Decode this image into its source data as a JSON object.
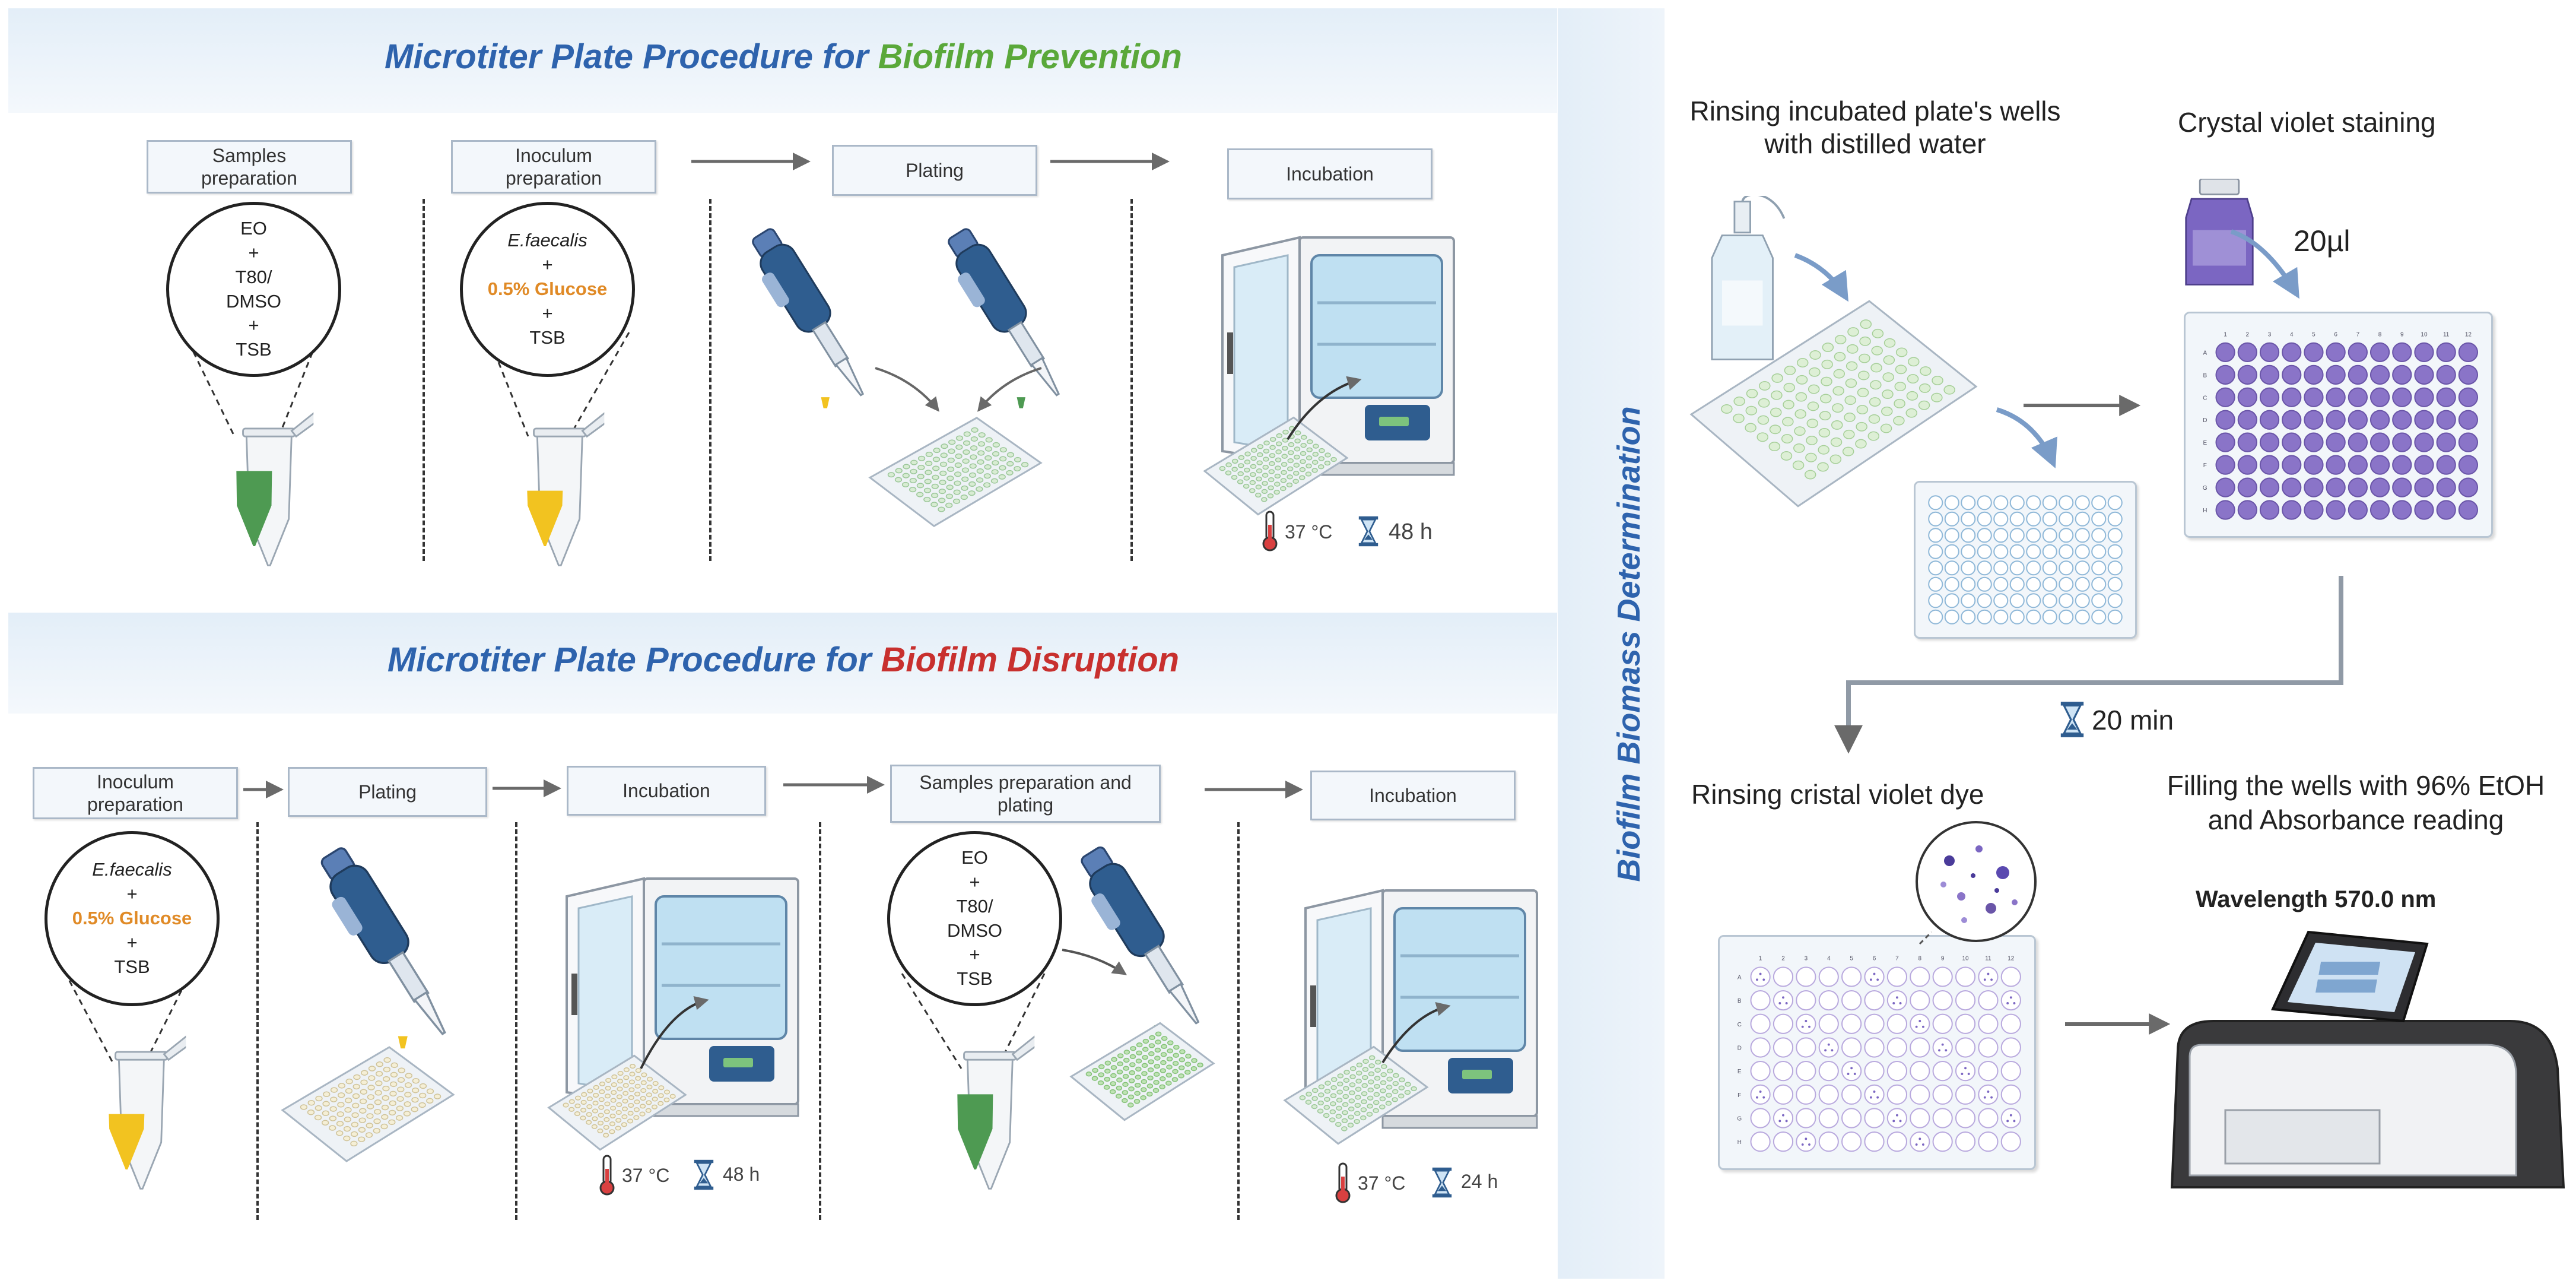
{
  "prevention": {
    "title_prefix": "Microtiter Plate Procedure for ",
    "title_highlight": "Biofilm Prevention",
    "steps": {
      "samples_preparation": "Samples preparation",
      "inoculum_preparation": "Inoculum preparation",
      "plating": "Plating",
      "incubation": "Incubation"
    },
    "samples_circle": [
      "EO",
      "+",
      "T80/",
      "DMSO",
      "+",
      "TSB"
    ],
    "inoculum_circle": {
      "organism": "E.faecalis",
      "plus1": "+",
      "glucose": "0.5% Glucose",
      "plus2": "+",
      "medium": "TSB"
    },
    "temperature": "37 °C",
    "time": "48 h"
  },
  "disruption": {
    "title_prefix": "Microtiter Plate Procedure for ",
    "title_highlight": "Biofilm Disruption",
    "steps": {
      "inoculum_preparation": "Inoculum preparation",
      "plating": "Plating",
      "incubation1": "Incubation",
      "samples_preparation_plating": "Samples preparation and plating",
      "incubation2": "Incubation"
    },
    "inoculum_circle": {
      "organism": "E.faecalis",
      "plus1": "+",
      "glucose": "0.5% Glucose",
      "plus2": "+",
      "medium": "TSB"
    },
    "samples_circle": [
      "EO",
      "+",
      "T80/",
      "DMSO",
      "+",
      "TSB"
    ],
    "temperature1": "37 °C",
    "time1": "48 h",
    "temperature2": "37 °C",
    "time2": "24 h"
  },
  "biomass": {
    "vertical_title": "Biofilm Biomass Determination",
    "rinse_label": "Rinsing incubated plate's wells with distilled water",
    "stain_label": "Crystal violet staining",
    "volume": "20µl",
    "wait_time": "20 min",
    "rinse_dye_label": "Rinsing cristal violet dye",
    "fill_label": "Filling the wells with 96% EtOH and Absorbance reading",
    "wavelength": "Wavelength 570.0 nm",
    "plate_columns": [
      "1",
      "2",
      "3",
      "4",
      "5",
      "6",
      "7",
      "8",
      "9",
      "10",
      "11",
      "12"
    ],
    "plate_rows": [
      "A",
      "B",
      "C",
      "D",
      "E",
      "F",
      "G",
      "H"
    ]
  },
  "colors": {
    "title_blue": "#2e63ad",
    "prevention_green": "#5aa83a",
    "disruption_red": "#c8302e",
    "glucose_orange": "#e08a26",
    "crystal_violet": "#8a74c8",
    "incubator_blue": "#2f5d8f"
  }
}
